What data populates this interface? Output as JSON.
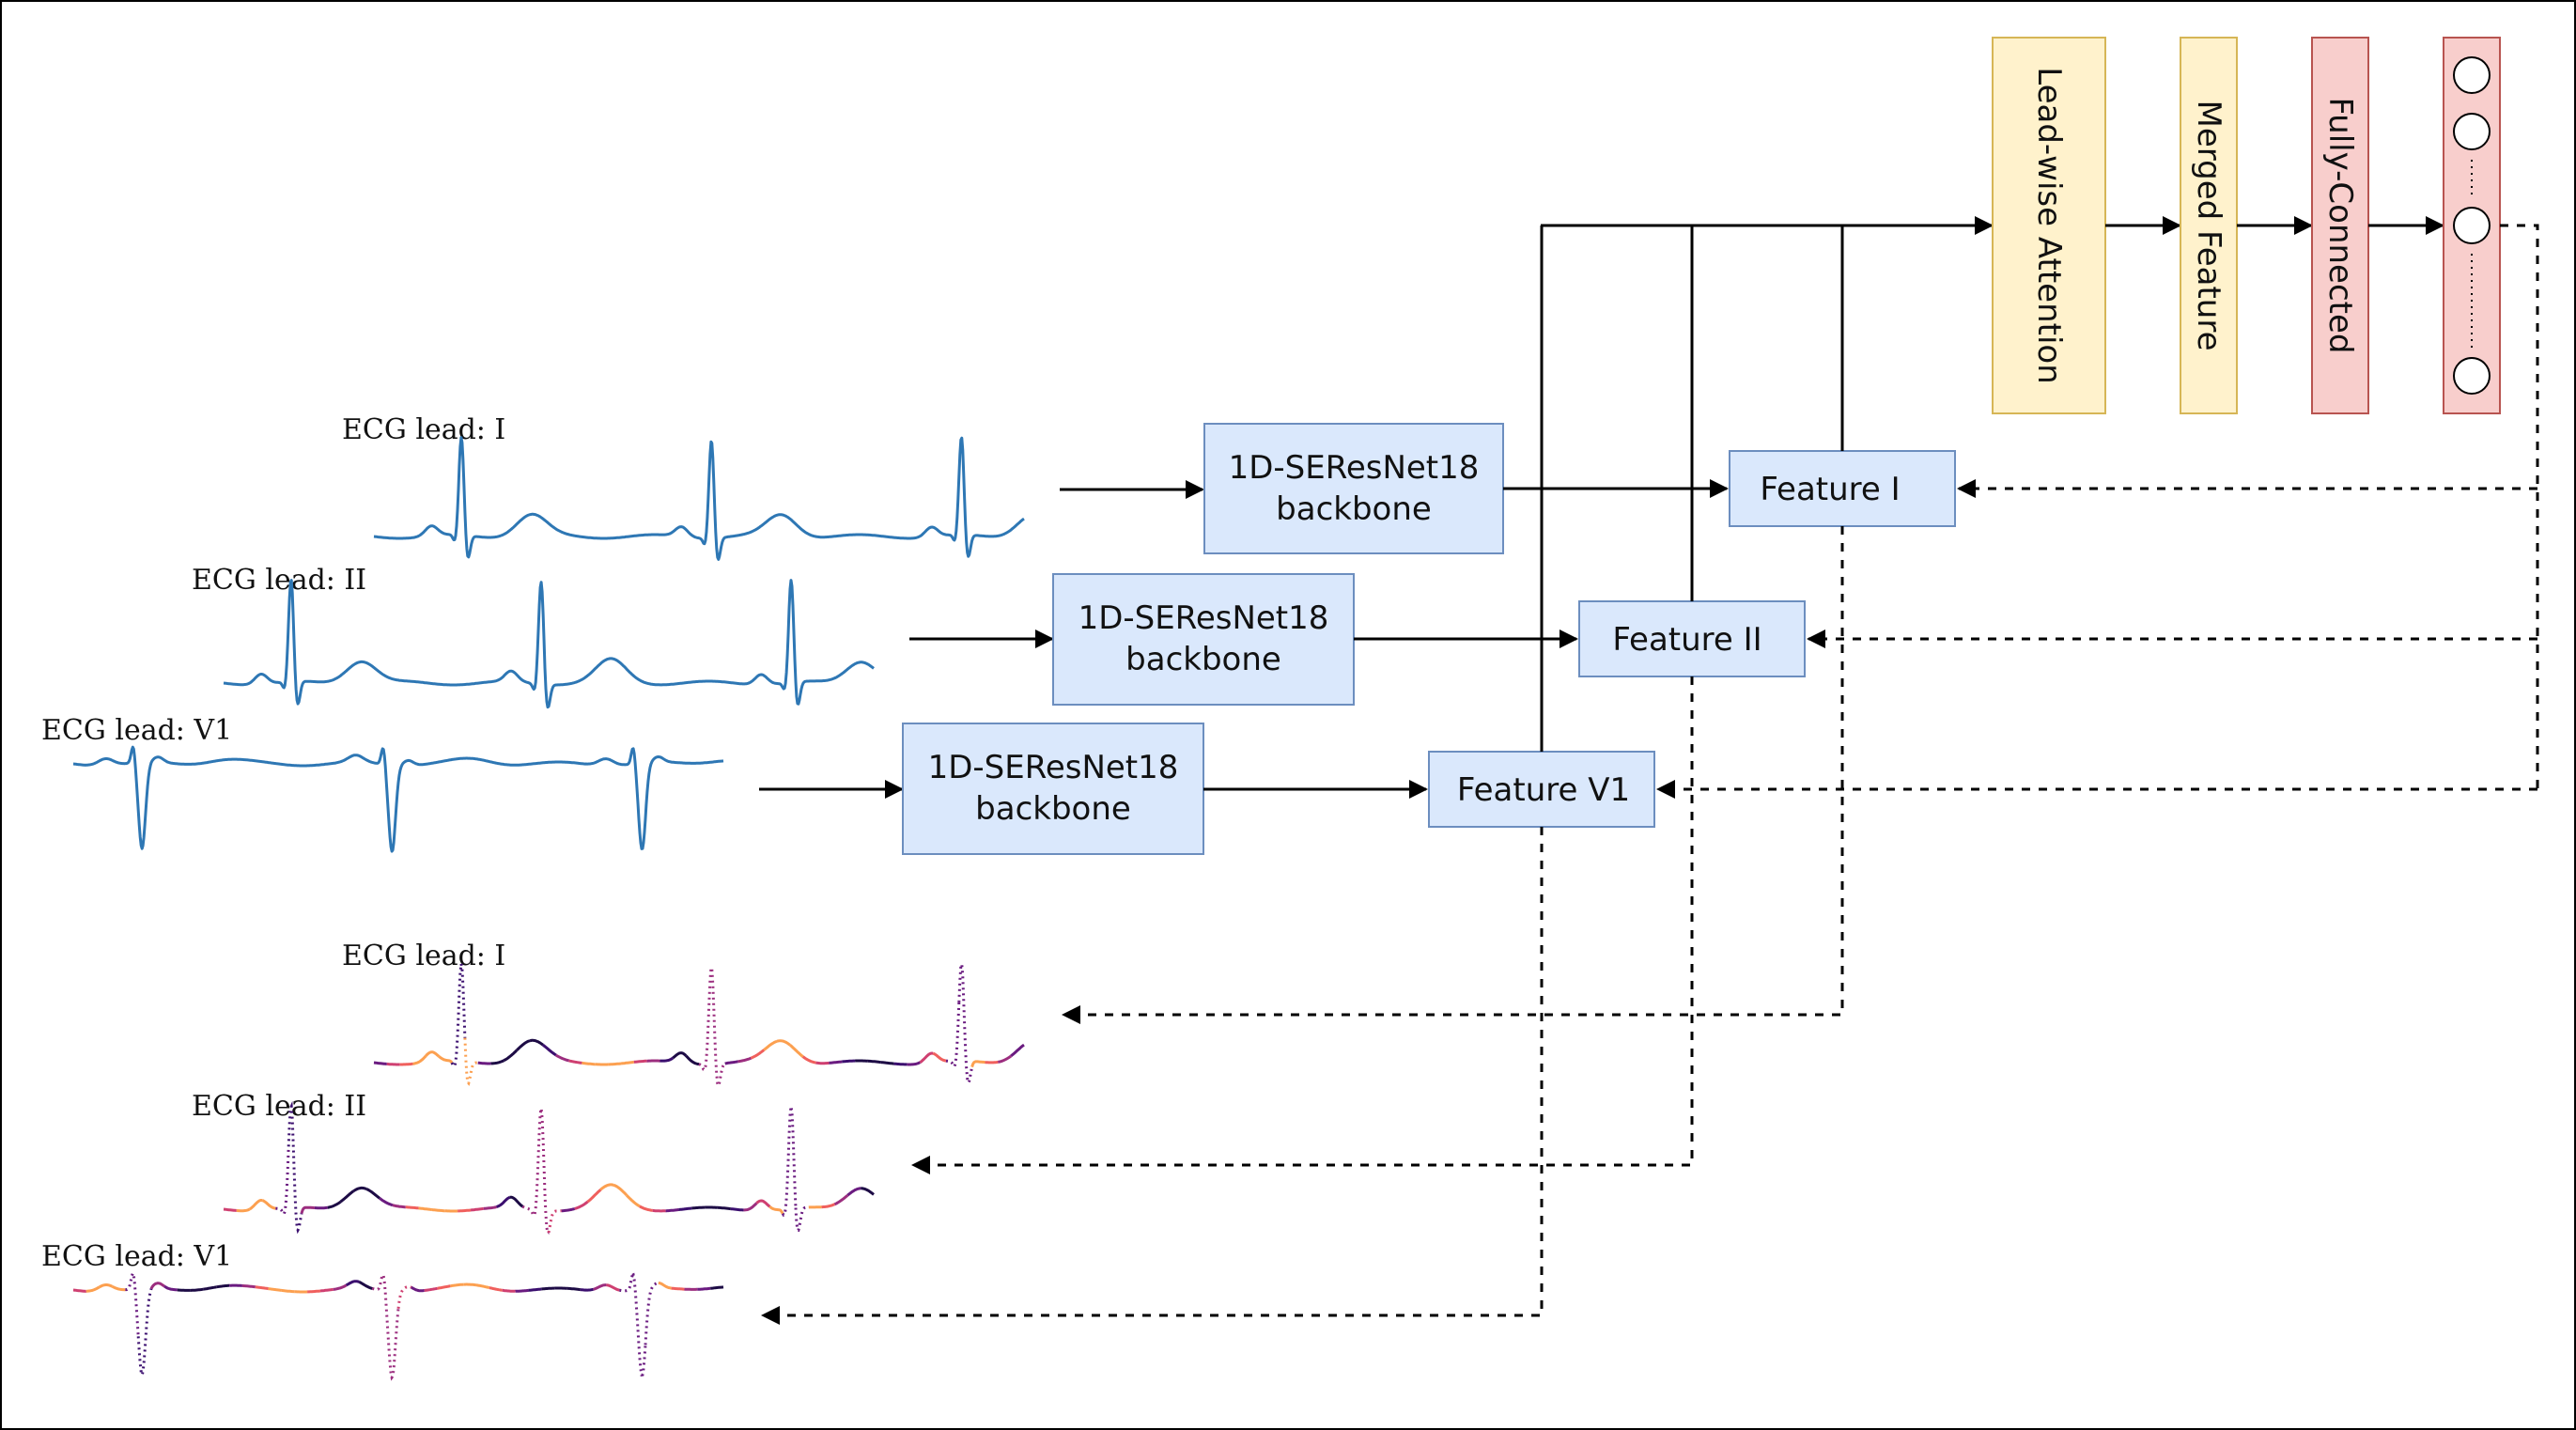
{
  "leads_top": [
    {
      "label": "ECG lead: I"
    },
    {
      "label": "ECG lead: II"
    },
    {
      "label": "ECG lead: V1"
    }
  ],
  "leads_bottom": [
    {
      "label": "ECG lead: I"
    },
    {
      "label": "ECG lead: II"
    },
    {
      "label": "ECG lead: V1"
    }
  ],
  "backbones": [
    {
      "line1": "1D-SEResNet18",
      "line2": "backbone"
    },
    {
      "line1": "1D-SEResNet18",
      "line2": "backbone"
    },
    {
      "line1": "1D-SEResNet18",
      "line2": "backbone"
    }
  ],
  "features": [
    {
      "label": "Feature I"
    },
    {
      "label": "Feature II"
    },
    {
      "label": "Feature V1"
    }
  ],
  "attention": {
    "label": "Lead-wise Attention"
  },
  "merged": {
    "label": "Merged Feature"
  },
  "fc": {
    "label": "Fully-Connected"
  },
  "colors": {
    "signal": "#2e77b4",
    "box_blue_fill": "#dae8fc",
    "box_blue_stroke": "#6c8ebf",
    "box_yellow_fill": "#fff2cc",
    "box_yellow_stroke": "#d6b656",
    "box_red_fill": "#f8cecc",
    "box_red_stroke": "#b85450"
  }
}
